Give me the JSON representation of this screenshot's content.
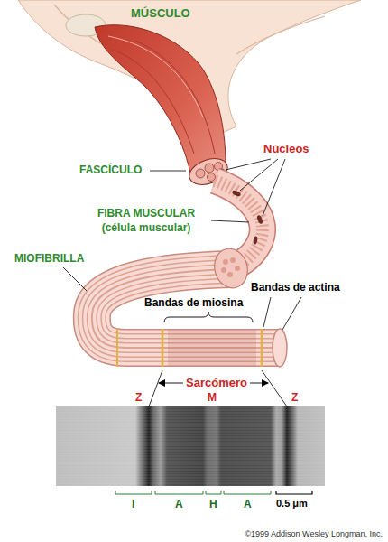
{
  "diagram": {
    "labels": [
      "MÚSCULO",
      "Núcleos",
      "FASCÍCULO",
      "FIBRA MUSCULAR (célula muscular)",
      "MIOFIBRILLA",
      "Bandas de actina",
      "Bandas de miosina",
      "Sarcómero",
      "Z",
      "M",
      "Z",
      "I",
      "A",
      "H",
      "A",
      "0.5 μm",
      "©1999 Addison Wesley Longman, Inc."
    ]
  }
}
